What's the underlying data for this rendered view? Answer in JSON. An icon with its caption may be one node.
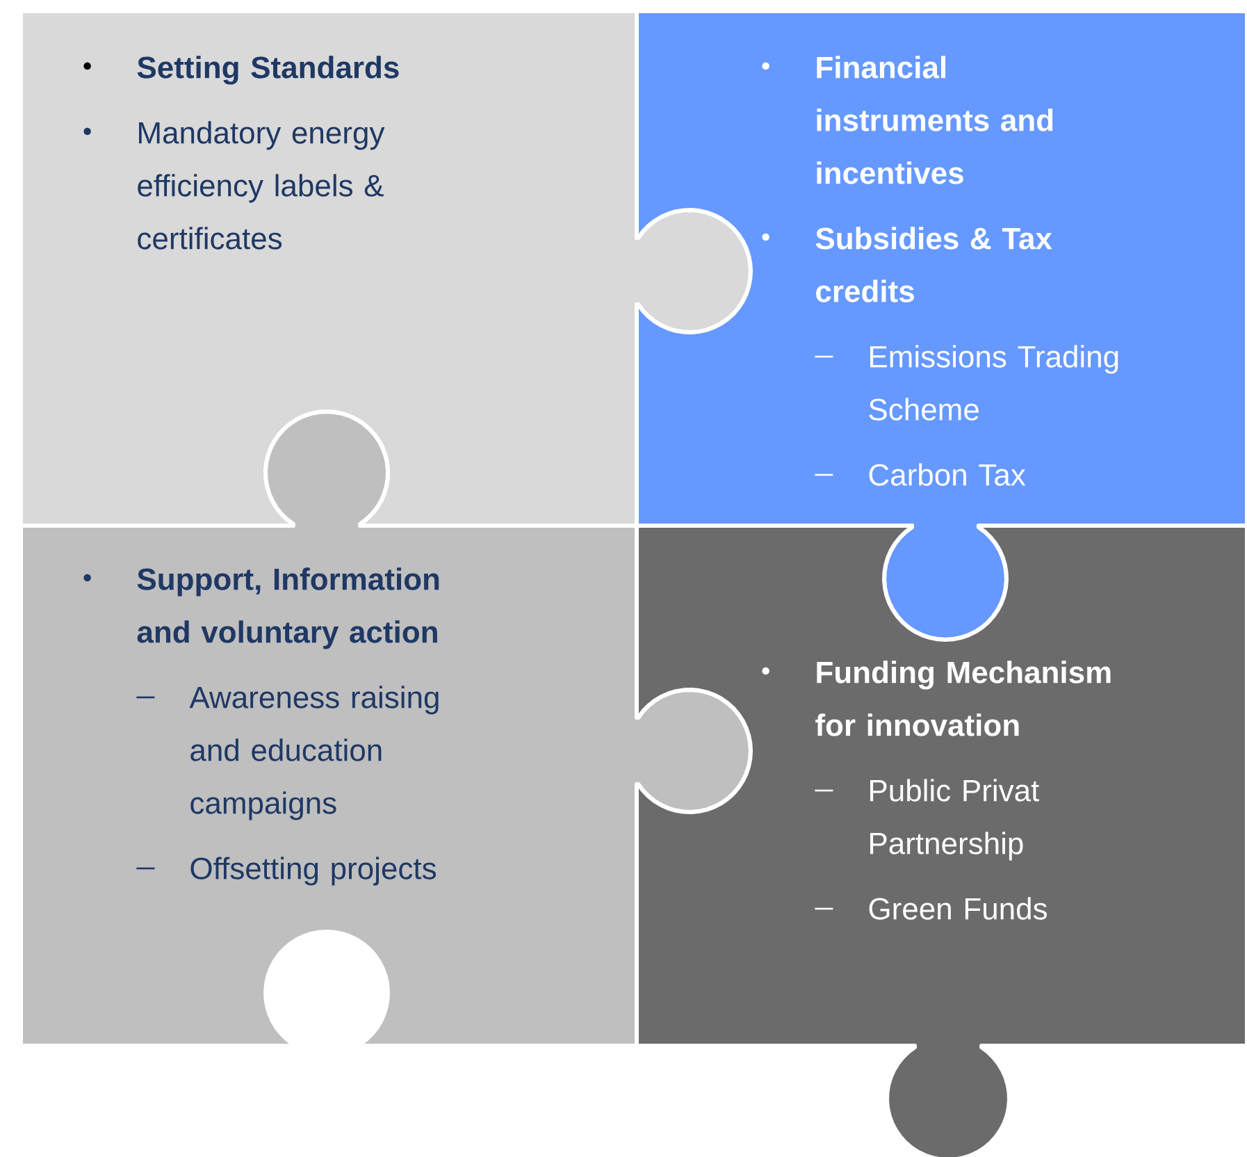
{
  "diagram": {
    "nodes": [
      {
        "text": [
          "Setting Standards",
          "Mandatory energy efficiency labels & certificates"
        ]
      },
      {
        "text": [
          "Financial instruments and incentives",
          "Subsidies & Tax credits",
          "Emissions Trading Scheme",
          "Carbon Tax"
        ]
      },
      {
        "text": [
          "Support, Information and voluntary action",
          "Awareness raising and education campaigns",
          "Offsetting projects"
        ]
      },
      {
        "text": [
          "Funding Mechanism for innovation",
          "Public Privat Partnership",
          "Green Funds"
        ]
      }
    ]
  }
}
